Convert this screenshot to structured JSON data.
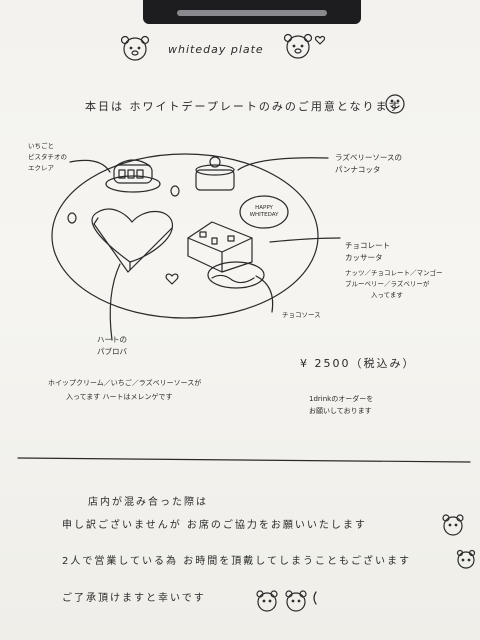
{
  "header": {
    "title": "whiteday plate",
    "intro": "本日は ホワイトデープレートのみのご用意となります"
  },
  "labels": {
    "eclair": [
      "いちごと",
      "ピスタチオの",
      "エクレア"
    ],
    "pannacotta": [
      "ラズベリーソースの",
      "パンナコッタ"
    ],
    "cassata": [
      "チョコレート",
      "カッサータ"
    ],
    "cassata_detail": [
      "ナッツ／チョコレート／マンゴー",
      "ブルーベリー／ラズベリーが",
      "入ってます"
    ],
    "choco_sauce": "チョコソース",
    "pavlova": [
      "ハートの",
      "パブロバ"
    ],
    "pavlova_detail": [
      "ホイップクリーム／いちご／ラズベリーソースが",
      "入ってます ハートはメレンゲです"
    ]
  },
  "stamp": [
    "HAPPY",
    "WHITEDAY"
  ],
  "price": {
    "amount": "¥ 2500（税込み）",
    "note": [
      "1drinkのオーダーを",
      "お願いしております"
    ]
  },
  "footer_notes": [
    "店内が混み合った際は",
    "申し訳ございませんが お席のご協力をお願いいたします",
    "2人で営業している為 お時間を頂戴してしまうこともございます",
    "ご了承頂けますと幸いです"
  ],
  "colors": {
    "ink": "#2a2a2a",
    "paper": "#f4f3ef",
    "clip": "#1d1d1f"
  }
}
